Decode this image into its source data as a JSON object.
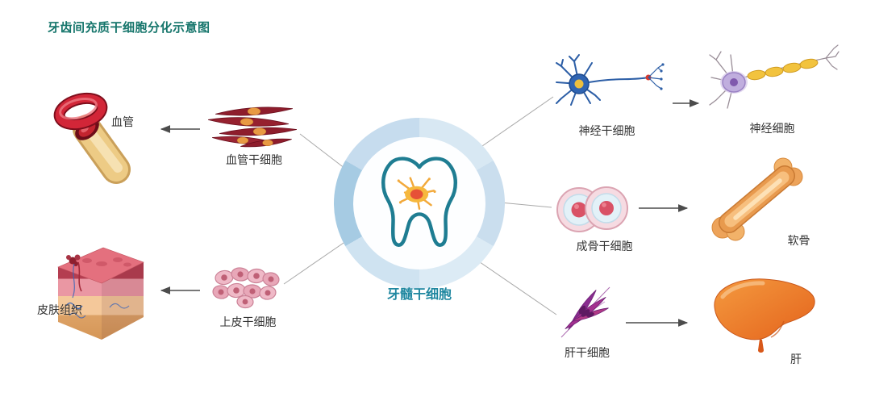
{
  "title": "牙齿间充质干细胞分化示意图",
  "center": {
    "label": "牙髓干细胞"
  },
  "left_branches": [
    {
      "id": "vessel",
      "stem_label": "血管干细胞",
      "result_label": "血管"
    },
    {
      "id": "skin",
      "stem_label": "上皮干细胞",
      "result_label": "皮肤组织"
    }
  ],
  "right_branches": [
    {
      "id": "neural",
      "stem_label": "神经干细胞",
      "result_label": "神经细胞"
    },
    {
      "id": "bone",
      "stem_label": "成骨干细胞",
      "result_label": "软骨"
    },
    {
      "id": "liver",
      "stem_label": "肝干细胞",
      "result_label": "肝"
    }
  ],
  "colors": {
    "title_color": "#15756b",
    "center_label_color": "#1f87a0",
    "label_color": "#333333",
    "connector_color": "#a9a9a9",
    "arrow_color": "#4c4c4c",
    "tooth_outline_color": "#1f7d92",
    "hub_segment_colors": [
      "#d8e8f3",
      "#cadeee",
      "#dcebf5",
      "#cfe3f1",
      "#a6cbe3",
      "#c6dcee"
    ]
  }
}
